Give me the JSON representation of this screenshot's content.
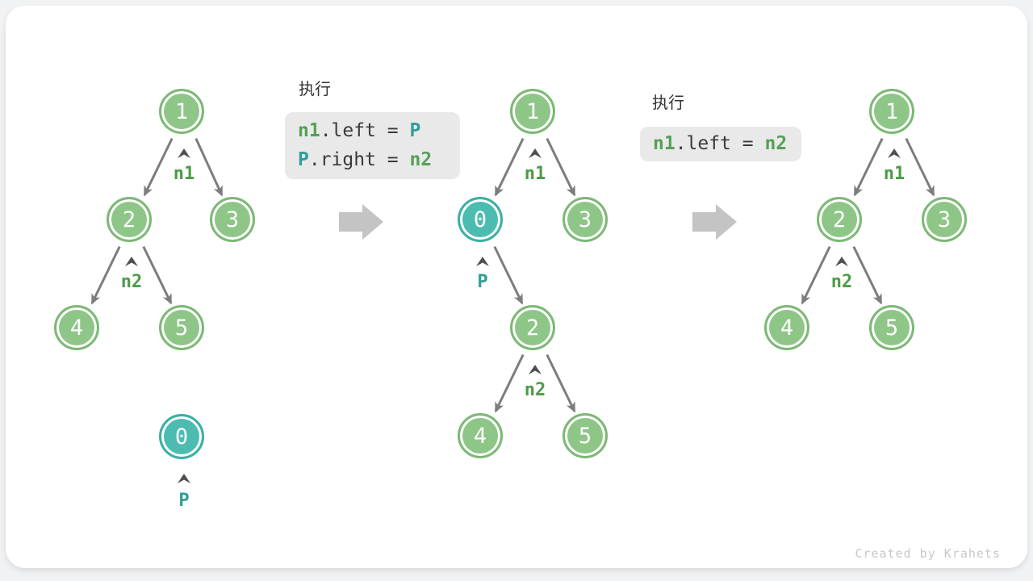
{
  "page": {
    "watermark": "Created by Krahets"
  },
  "colors": {
    "node_green": "#8ec687",
    "node_green_border": "#7cb975",
    "node_teal": "#4cbcb1",
    "node_teal_border": "#3bb0a5",
    "label_green": "#4c9c47",
    "label_teal": "#2f9e94",
    "edge_gray": "#7d7d7d",
    "code_bg": "#e9e9e9",
    "code_text": "#3a3a3a",
    "big_arrow_gray": "#c4c4c4"
  },
  "steps": [
    {
      "title": "执行",
      "lines": [
        {
          "tokens": [
            {
              "text": "n1"
            },
            {
              "text": ".left = "
            },
            {
              "text": "P"
            }
          ]
        },
        {
          "tokens": [
            {
              "text": "P"
            },
            {
              "text": ".right = "
            },
            {
              "text": "n2"
            }
          ]
        }
      ]
    },
    {
      "title": "执行",
      "lines": [
        {
          "tokens": [
            {
              "text": "n1"
            },
            {
              "text": ".left = "
            },
            {
              "text": "n2"
            }
          ]
        }
      ]
    }
  ],
  "trees": {
    "left": {
      "nodes": [
        {
          "value": "1"
        },
        {
          "value": "2"
        },
        {
          "value": "3"
        },
        {
          "value": "4"
        },
        {
          "value": "5"
        },
        {
          "value": "0"
        }
      ],
      "labels": [
        {
          "text": "n1"
        },
        {
          "text": "n2"
        },
        {
          "text": "P"
        }
      ]
    },
    "middle": {
      "nodes": [
        {
          "value": "1"
        },
        {
          "value": "0"
        },
        {
          "value": "3"
        },
        {
          "value": "2"
        },
        {
          "value": "4"
        },
        {
          "value": "5"
        }
      ],
      "labels": [
        {
          "text": "n1"
        },
        {
          "text": "P"
        },
        {
          "text": "n2"
        }
      ]
    },
    "right": {
      "nodes": [
        {
          "value": "1"
        },
        {
          "value": "2"
        },
        {
          "value": "3"
        },
        {
          "value": "4"
        },
        {
          "value": "5"
        }
      ],
      "labels": [
        {
          "text": "n1"
        },
        {
          "text": "n2"
        }
      ]
    }
  }
}
